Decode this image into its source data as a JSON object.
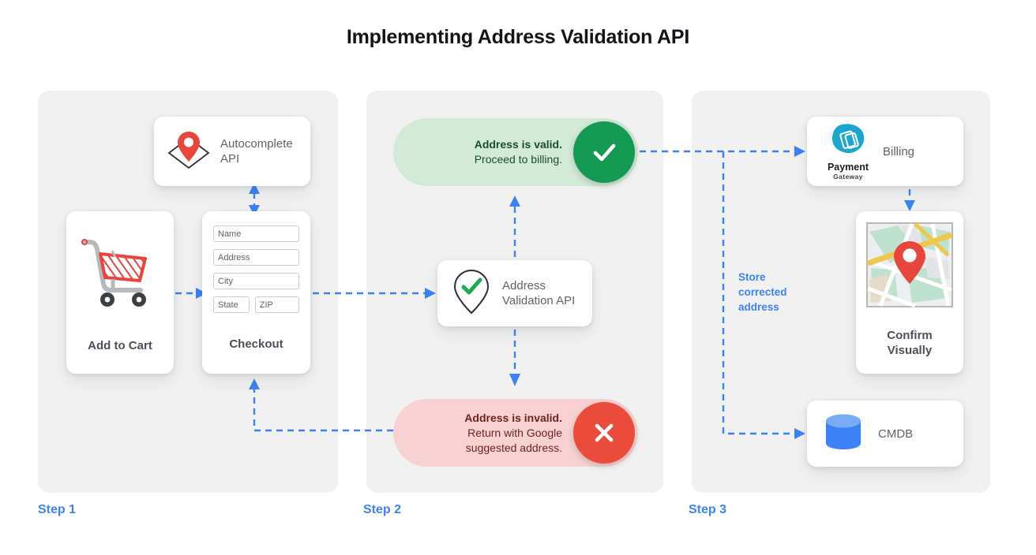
{
  "title": "Implementing Address Validation API",
  "colors": {
    "accent_blue": "#3c82f6",
    "panel_grey": "#f1f1f1",
    "valid_green": "#149a52",
    "valid_pill_bg": "#d3ead7",
    "invalid_red": "#ea4b3b",
    "invalid_pill_bg": "#f8d2d2",
    "cart_red": "#e8453c",
    "cmdb_blue": "#3c82f6",
    "payment_cyan": "#1aa7cf"
  },
  "steps": [
    {
      "label": "Step 1"
    },
    {
      "label": "Step 2"
    },
    {
      "label": "Step 3"
    }
  ],
  "step1": {
    "autocomplete": {
      "label_line1": "Autocomplete",
      "label_line2": "API",
      "icon": "map-pin-diamond-icon"
    },
    "add_to_cart": {
      "caption": "Add to Cart",
      "icon": "shopping-cart-icon"
    },
    "checkout": {
      "caption": "Checkout",
      "fields": [
        {
          "name": "name-field",
          "value": "Name"
        },
        {
          "name": "address-field",
          "value": "Address"
        },
        {
          "name": "city-field",
          "value": "City"
        },
        {
          "name": "state-field",
          "value": "State"
        },
        {
          "name": "zip-field",
          "value": "ZIP"
        }
      ]
    }
  },
  "step2": {
    "valid": {
      "headline": "Address is valid.",
      "detail": "Proceed to billing.",
      "icon": "check-icon"
    },
    "invalid": {
      "headline": "Address is invalid.",
      "detail_line1": "Return with Google",
      "detail_line2": "suggested address.",
      "icon": "close-icon"
    },
    "validation_api": {
      "label_line1": "Address",
      "label_line2": "Validation API",
      "icon": "map-pin-check-icon"
    }
  },
  "step3": {
    "billing": {
      "label": "Billing",
      "logo_line1": "Payment",
      "logo_line2": "Gateway",
      "icon": "payment-gateway-icon"
    },
    "confirm": {
      "caption_line1": "Confirm",
      "caption_line2": "Visually",
      "icon": "map-thumbnail-icon"
    },
    "cmdb": {
      "label": "CMDB",
      "icon": "database-icon"
    },
    "store_note_line1": "Store",
    "store_note_line2": "corrected",
    "store_note_line3": "address"
  }
}
